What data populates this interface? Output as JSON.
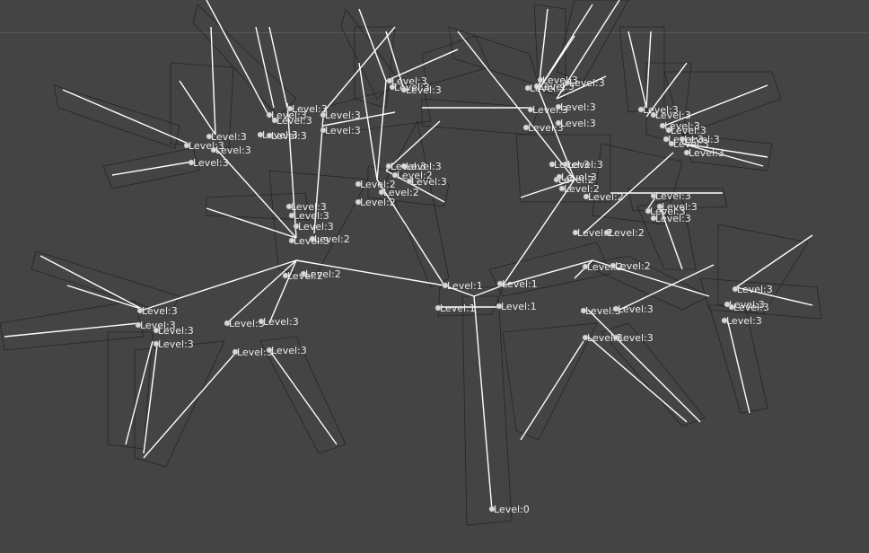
{
  "viewport": {
    "background": "#444444",
    "divider_color": "#5a5a5a",
    "bone_color": "#ffffff",
    "label_color": "#ececec"
  },
  "labels": {
    "root": "Level:0",
    "l1": "Level:1",
    "l2": "Level:2",
    "l3": "Level:3"
  }
}
